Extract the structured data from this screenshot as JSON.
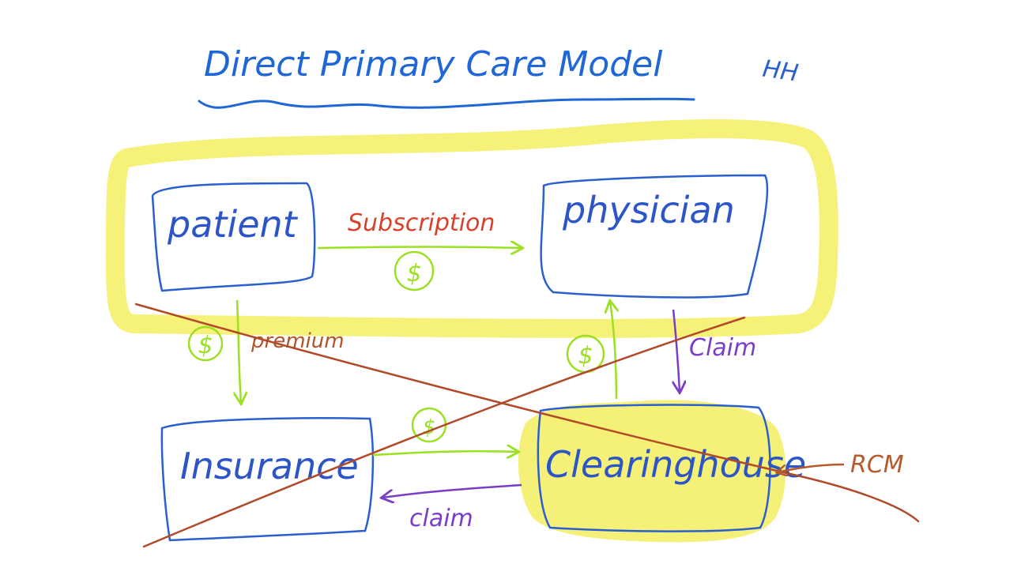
{
  "title": "Direct Primary Care Model",
  "signature": "HH",
  "nodes": {
    "patient": "patient",
    "physician": "physician",
    "insurance": "Insurance",
    "clearinghouse": "Clearinghouse"
  },
  "edges": {
    "subscription": "Subscription",
    "premium": "premium",
    "claim_to_clearinghouse": "Claim",
    "claim_to_insurance": "claim",
    "rcm": "RCM"
  },
  "symbols": {
    "dollar": "$"
  },
  "colors": {
    "title": "#1f66d6",
    "box": "#2a5fd0",
    "node_text": "#2c55c8",
    "highlight": "#f4f06a",
    "subscription": "#d9412c",
    "money_arrow": "#9be022",
    "premium": "#b0542a",
    "cross_line": "#b04a28",
    "claim": "#7a3dc8",
    "rcm": "#b65a2a"
  }
}
